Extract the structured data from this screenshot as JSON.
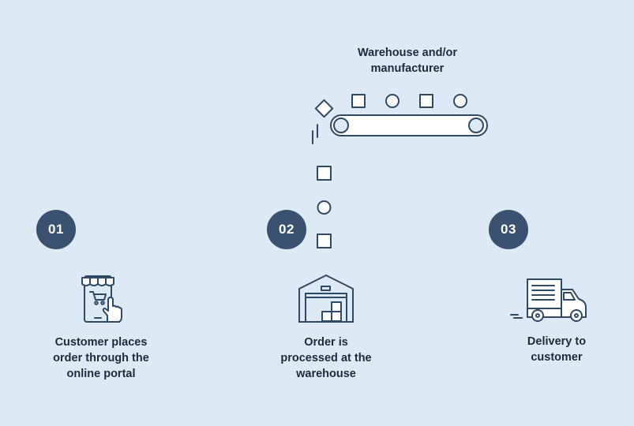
{
  "source": {
    "title_line1": "Warehouse and/or",
    "title_line2": "manufacturer"
  },
  "steps": [
    {
      "number": "01",
      "label_lines": [
        "Customer places",
        "order through the",
        "online portal"
      ],
      "icon": "shopping-phone-icon"
    },
    {
      "number": "02",
      "label_lines": [
        "Order is",
        "processed at the",
        "warehouse"
      ],
      "icon": "warehouse-icon"
    },
    {
      "number": "03",
      "label_lines": [
        "Delivery to",
        "customer"
      ],
      "icon": "delivery-truck-icon"
    }
  ],
  "colors": {
    "background": "#dde9f5",
    "badge": "#3a5270",
    "stroke": "#2e4a66"
  }
}
